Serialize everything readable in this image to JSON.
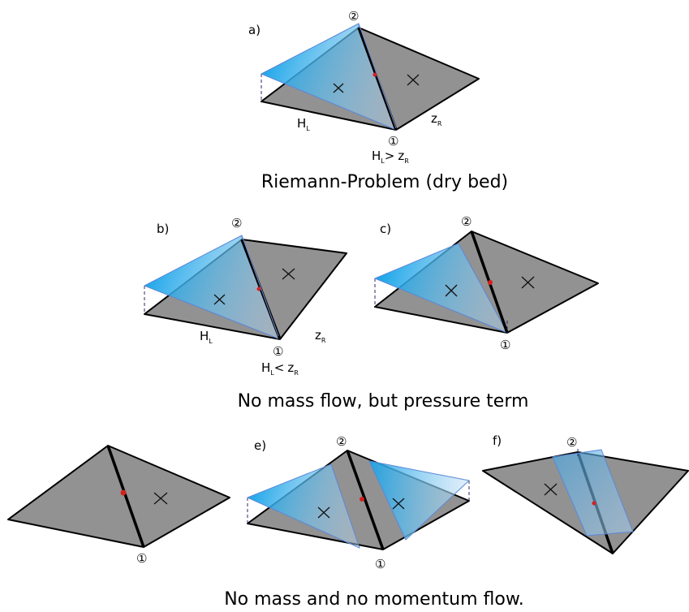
{
  "captions": {
    "row1": "Riemann-Problem (dry bed)",
    "row2": "No mass flow, but pressure term",
    "row3": "No mass and no momentum flow."
  },
  "panels": {
    "a": {
      "label": "a)",
      "node_top": "②",
      "node_bottom": "①",
      "left_var": "H",
      "left_sub": "L",
      "right_var": "z",
      "right_sub": "R",
      "cond_left": "H",
      "cond_left_sub": "L",
      "cond_op": ">",
      "cond_right": "z",
      "cond_right_sub": "R"
    },
    "b": {
      "label": "b)",
      "node_top": "②",
      "node_bottom": "①",
      "left_var": "H",
      "left_sub": "L",
      "right_var": "z",
      "right_sub": "R",
      "cond_left": "H",
      "cond_left_sub": "L",
      "cond_op": "<",
      "cond_right": "z",
      "cond_right_sub": "R"
    },
    "c": {
      "label": "c)",
      "node_top": "②",
      "node_bottom": "①"
    },
    "d": {
      "node_bottom": "①"
    },
    "e": {
      "label": "e)",
      "node_top": "②",
      "node_bottom": "①"
    },
    "f": {
      "label": "f)",
      "node_top": "②"
    }
  },
  "colors": {
    "plane": "#929292",
    "water_deep": "#0aa0e8",
    "water_light": "#b8d8f2",
    "interface": "#000000",
    "midpoint_dot": "#d42020"
  }
}
